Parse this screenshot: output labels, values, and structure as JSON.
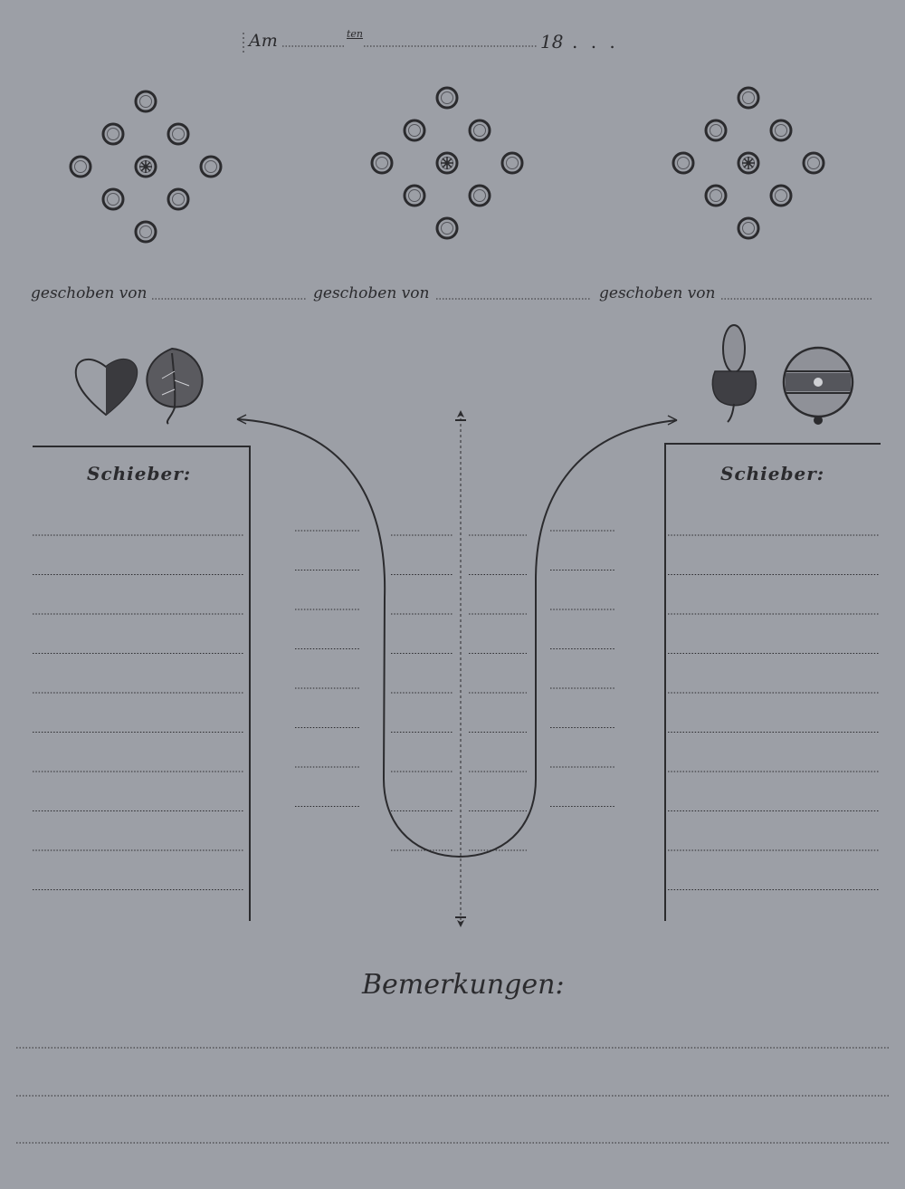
{
  "header": {
    "am": "Am",
    "ten": "ten",
    "year": "18",
    "dots": ". . ."
  },
  "pins": {
    "pushed_labels": [
      "geschoben von",
      "geschoben von",
      "geschoben von"
    ]
  },
  "suits": {
    "left": [
      "heart-icon",
      "leaf-icon"
    ],
    "right": [
      "acorn-icon",
      "bell-icon"
    ]
  },
  "score": {
    "left_title": "Schieber:",
    "right_title": "Schieber:"
  },
  "remarks": {
    "title": "Bemerkungen:"
  },
  "colors": {
    "paper": "#9c9fa6",
    "ink": "#2b2b2e"
  }
}
